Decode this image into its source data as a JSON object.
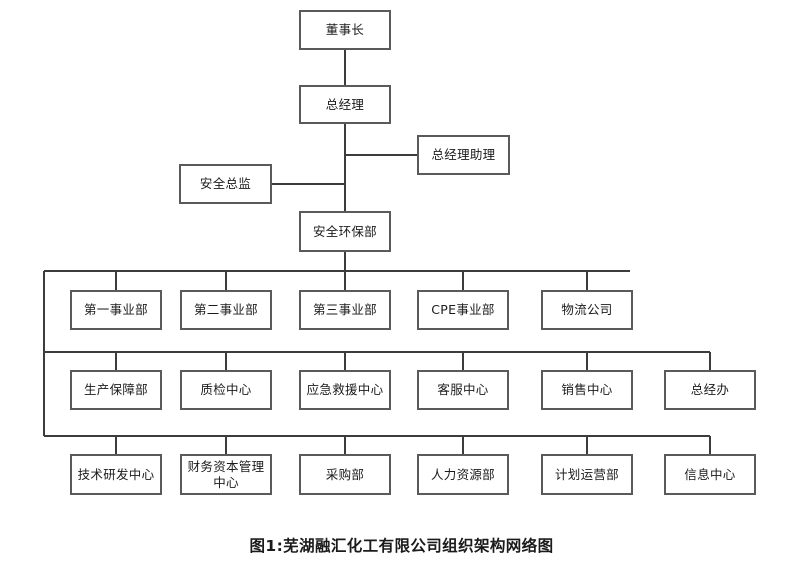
{
  "caption": "图1:芜湖融汇化工有限公司组织架构网络图",
  "theme": {
    "background": "#ffffff",
    "box_border": "#5a5a5a",
    "connector": "#3c3c3c",
    "text": "#1b1b1b"
  },
  "chart_data": {
    "type": "diagram",
    "title": "图1:芜湖融汇化工有限公司组织架构网络图",
    "orientation": "top-down",
    "levels": [
      {
        "name": "level-1",
        "nodes": [
          {
            "id": "chairman",
            "label": "董事长"
          }
        ]
      },
      {
        "name": "level-2",
        "nodes": [
          {
            "id": "general-manager",
            "label": "总经理"
          }
        ]
      },
      {
        "name": "level-3-staff",
        "nodes": [
          {
            "id": "gm-assistant",
            "label": "总经理助理"
          },
          {
            "id": "safety-director",
            "label": "安全总监"
          }
        ]
      },
      {
        "name": "level-4",
        "nodes": [
          {
            "id": "safety-env-dept",
            "label": "安全环保部"
          }
        ]
      },
      {
        "name": "level-5-divisions",
        "nodes": [
          {
            "id": "division-1",
            "label": "第一事业部"
          },
          {
            "id": "division-2",
            "label": "第二事业部"
          },
          {
            "id": "division-3",
            "label": "第三事业部"
          },
          {
            "id": "division-cpe",
            "label": "CPE事业部"
          },
          {
            "id": "logistics-company",
            "label": "物流公司"
          }
        ]
      },
      {
        "name": "level-6-centers",
        "nodes": [
          {
            "id": "production-support-dept",
            "label": "生产保障部"
          },
          {
            "id": "quality-inspection-center",
            "label": "质检中心"
          },
          {
            "id": "emergency-rescue-center",
            "label": "应急救援中心"
          },
          {
            "id": "customer-service-center",
            "label": "客服中心"
          },
          {
            "id": "sales-center",
            "label": "销售中心"
          },
          {
            "id": "gm-office",
            "label": "总经办"
          }
        ]
      },
      {
        "name": "level-7-departments",
        "nodes": [
          {
            "id": "tech-rd-center",
            "label": "技术研发中心"
          },
          {
            "id": "finance-capital-mgmt-center",
            "label": "财务资本管理中心"
          },
          {
            "id": "procurement-dept",
            "label": "采购部"
          },
          {
            "id": "hr-dept",
            "label": "人力资源部"
          },
          {
            "id": "planning-operations-dept",
            "label": "计划运营部"
          },
          {
            "id": "information-center",
            "label": "信息中心"
          }
        ]
      }
    ],
    "edges": [
      {
        "from": "chairman",
        "to": "general-manager"
      },
      {
        "from": "general-manager",
        "to": "gm-assistant"
      },
      {
        "from": "general-manager",
        "to": "safety-director"
      },
      {
        "from": "general-manager",
        "to": "safety-env-dept"
      },
      {
        "from": "safety-env-dept",
        "to": "division-1"
      },
      {
        "from": "safety-env-dept",
        "to": "division-2"
      },
      {
        "from": "safety-env-dept",
        "to": "division-3"
      },
      {
        "from": "safety-env-dept",
        "to": "division-cpe"
      },
      {
        "from": "safety-env-dept",
        "to": "logistics-company"
      },
      {
        "from": "safety-env-dept",
        "to": "production-support-dept"
      },
      {
        "from": "safety-env-dept",
        "to": "quality-inspection-center"
      },
      {
        "from": "safety-env-dept",
        "to": "emergency-rescue-center"
      },
      {
        "from": "safety-env-dept",
        "to": "customer-service-center"
      },
      {
        "from": "safety-env-dept",
        "to": "sales-center"
      },
      {
        "from": "safety-env-dept",
        "to": "gm-office"
      },
      {
        "from": "safety-env-dept",
        "to": "tech-rd-center"
      },
      {
        "from": "safety-env-dept",
        "to": "finance-capital-mgmt-center"
      },
      {
        "from": "safety-env-dept",
        "to": "procurement-dept"
      },
      {
        "from": "safety-env-dept",
        "to": "hr-dept"
      },
      {
        "from": "safety-env-dept",
        "to": "planning-operations-dept"
      },
      {
        "from": "safety-env-dept",
        "to": "information-center"
      }
    ]
  }
}
